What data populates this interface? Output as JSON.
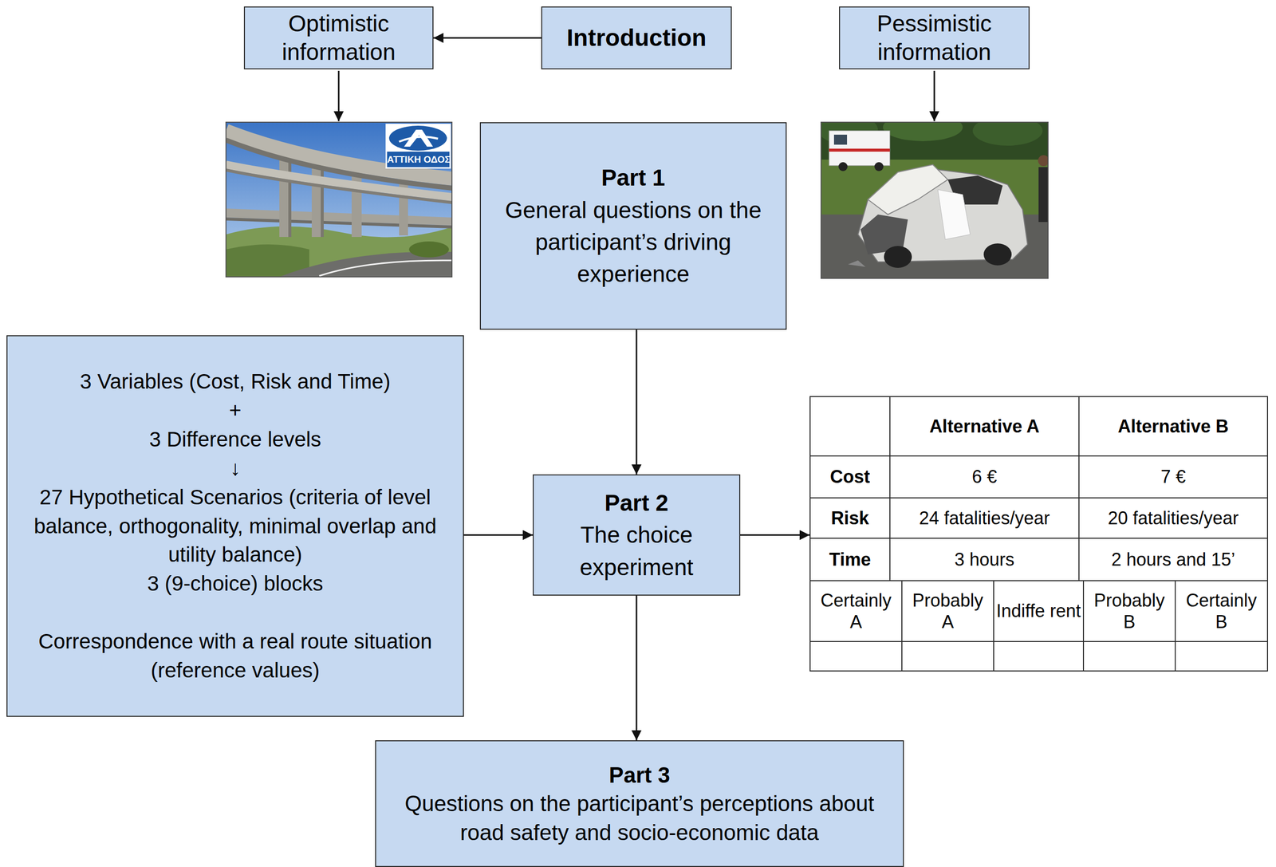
{
  "diagram": {
    "nodes": [
      {
        "text": [
          "Optimistic information"
        ]
      },
      {
        "text": [
          "Introduction"
        ]
      },
      {
        "text": [
          "Pessimistic information"
        ]
      },
      {
        "text": [
          "Part 1",
          "General questions on the participant’s driving experience"
        ]
      },
      {
        "text": [
          "3 Variables (Cost, Risk and Time)",
          "+",
          "3 Difference levels",
          "↓",
          "27 Hypothetical Scenarios (criteria of level balance, orthogonality, minimal overlap and utility balance)",
          "3 (9-choice) blocks",
          "Correspondence with a real route situation (reference values)"
        ]
      },
      {
        "text": [
          "Part 2",
          "The choice experiment"
        ]
      },
      {
        "text": [
          "Alternative A",
          "Alternative B",
          "Cost",
          "6 €",
          "7 €",
          "Risk",
          "24 fatalities/year",
          "20 fatalities/year",
          "Time",
          "3 hours",
          "2 hours and 15’",
          "Certainly A",
          "Probably A",
          "Indiffe rent",
          "Probably B",
          "Certainly B"
        ]
      },
      {
        "text": [
          "Part 3",
          "Questions on the participant’s perceptions about road safety and socio-economic data"
        ]
      }
    ],
    "edges": [
      {
        "from": 1,
        "to": 0,
        "arrow": "to"
      },
      {
        "from": 3,
        "to": 5,
        "arrow": "to"
      },
      {
        "from": 4,
        "to": 5,
        "arrow": "to"
      },
      {
        "from": 5,
        "to": 6,
        "arrow": "to"
      },
      {
        "from": 5,
        "to": 7,
        "arrow": "to"
      }
    ],
    "labels": [
      "ΑΤΤΙΚΗ ΟΔΟΣ"
    ]
  }
}
